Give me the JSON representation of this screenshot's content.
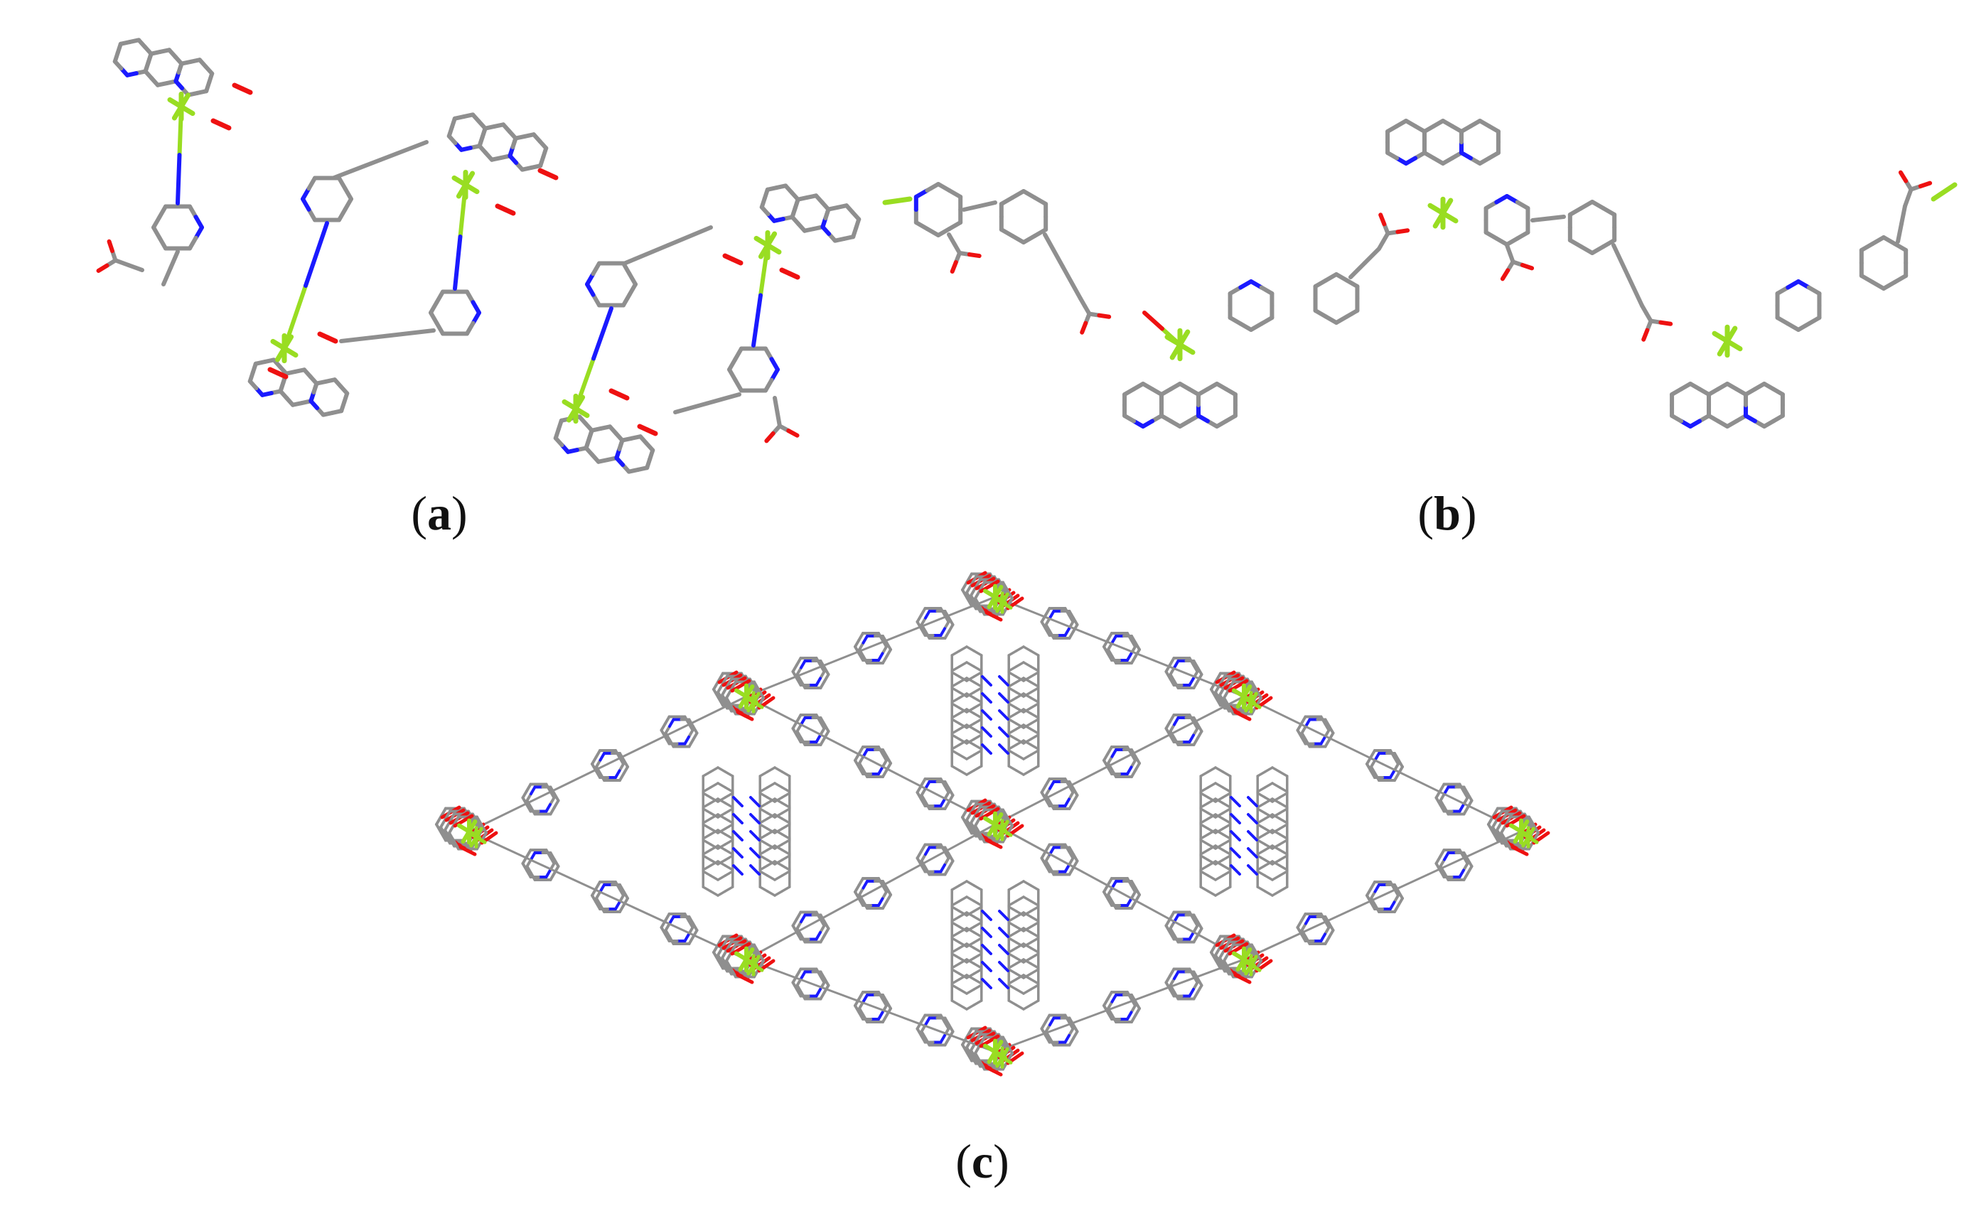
{
  "colors": {
    "carbon": "#8f8f8f",
    "carbon_dark": "#6e6e6e",
    "nitrogen": "#1a1aff",
    "oxygen": "#ee1111",
    "metal": "#99dd22",
    "background": "#ffffff"
  },
  "panels": [
    {
      "id": "a",
      "letter": "a"
    },
    {
      "id": "b",
      "letter": "b"
    },
    {
      "id": "c",
      "letter": "c"
    }
  ]
}
